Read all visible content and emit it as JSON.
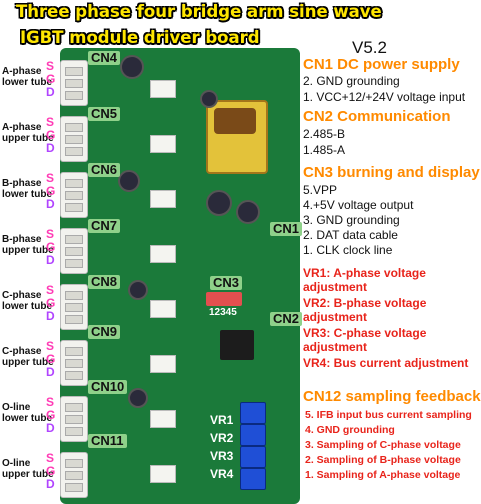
{
  "title": {
    "line1": "Three phase four bridge arm sine wave",
    "line2": "IGBT module driver board"
  },
  "version": "V5.2",
  "tubes": [
    {
      "label": "A-phase lower tube",
      "l1": "A-phase",
      "l2": "lower tube",
      "cn": "CN4"
    },
    {
      "label": "A-phase upper tube",
      "l1": "A-phase",
      "l2": "upper tube",
      "cn": "CN5"
    },
    {
      "label": "B-phase lower tube",
      "l1": "B-phase",
      "l2": "lower tube",
      "cn": "CN6"
    },
    {
      "label": "B-phase upper tube",
      "l1": "B-phase",
      "l2": "upper tube",
      "cn": "CN7"
    },
    {
      "label": "C-phase lower tube",
      "l1": "C-phase",
      "l2": "lower tube",
      "cn": "CN8"
    },
    {
      "label": "C-phase upper tube",
      "l1": "C-phase",
      "l2": "upper tube",
      "cn": "CN9"
    },
    {
      "label": "O-line lower tube",
      "l1": "O-line",
      "l2": "lower tube",
      "cn": "CN10"
    },
    {
      "label": "O-line upper tube",
      "l1": "O-line",
      "l2": "upper tube",
      "cn": "CN11"
    }
  ],
  "pins": {
    "s": "S",
    "g": "G",
    "d": "D"
  },
  "board_labels": {
    "cn1": "CN1",
    "cn2": "CN2",
    "cn3": "CN3",
    "dip": "12345",
    "vr1": "VR1",
    "vr2": "VR2",
    "vr3": "VR3",
    "vr4": "VR4"
  },
  "cn1": {
    "title": "CN1 DC power supply",
    "items": [
      "2. GND grounding",
      "1. VCC+12/+24V voltage input"
    ]
  },
  "cn2": {
    "title": "CN2 Communication",
    "items": [
      "2.485-B",
      "1.485-A"
    ]
  },
  "cn3": {
    "title": "CN3 burning and display",
    "items": [
      "5.VPP",
      "4.+5V voltage output",
      "3. GND grounding",
      "2. DAT data cable",
      "1. CLK clock line"
    ]
  },
  "vr": [
    "VR1: A-phase voltage",
    "adjustment",
    "VR2: B-phase voltage",
    "adjustment",
    "VR3: C-phase voltage",
    "adjustment",
    "VR4: Bus current adjustment"
  ],
  "cn12": {
    "title": "CN12 sampling feedback",
    "items": [
      "5. IFB input bus current sampling",
      "4. GND grounding",
      "3. Sampling of C-phase voltage",
      "2. Sampling of B-phase voltage",
      "1. Sampling of A-phase voltage"
    ]
  },
  "colors": {
    "board": "#1b7a3a",
    "title": "#ffe600",
    "section": "#ff8a00",
    "vr_text": "#e8241b",
    "s_g": "#ff3bb5",
    "d": "#b145ff"
  }
}
